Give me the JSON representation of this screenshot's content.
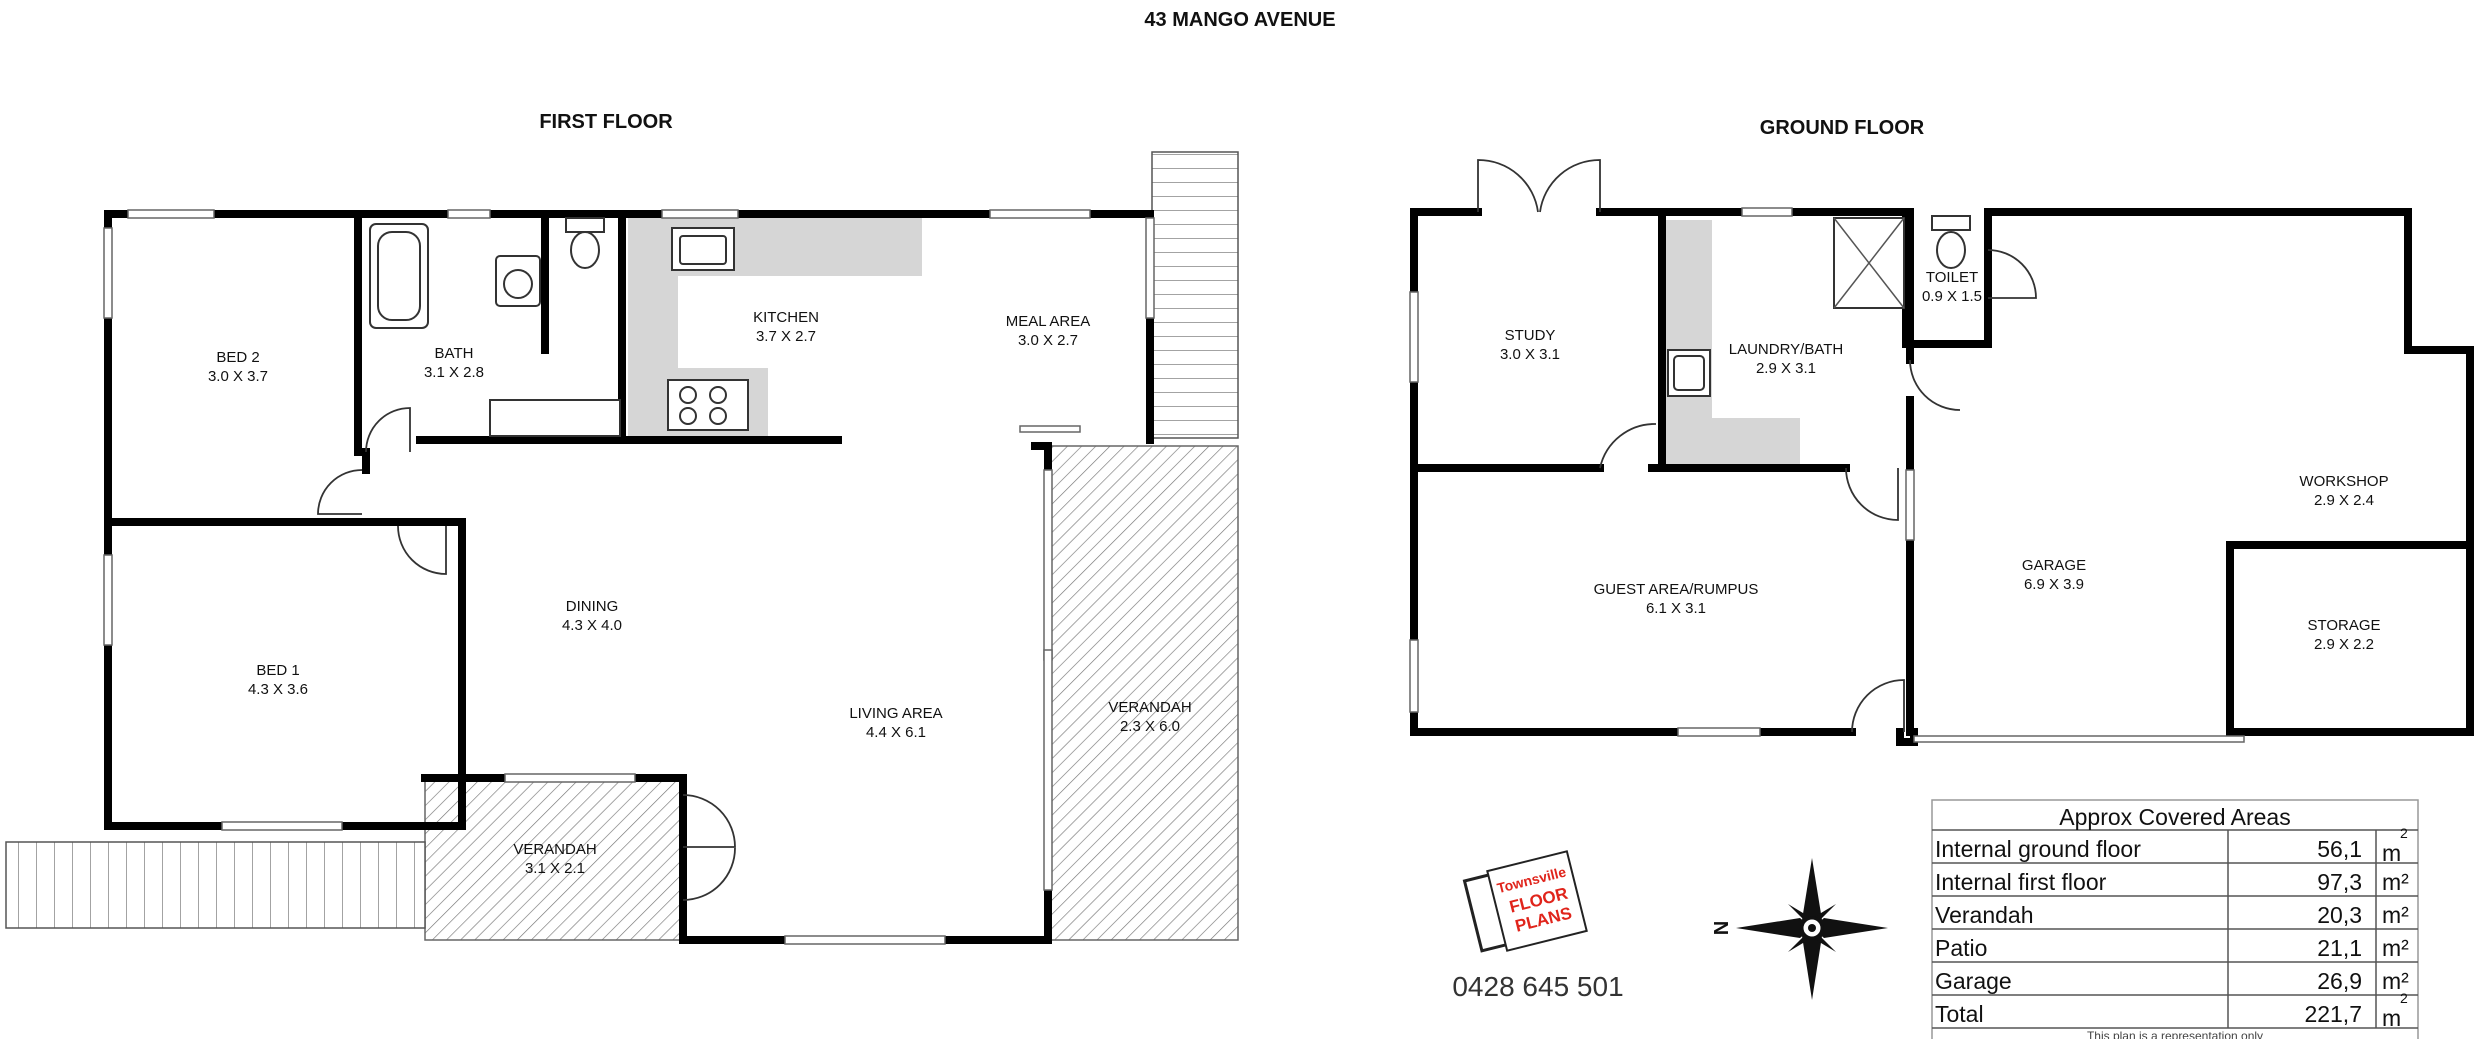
{
  "title": "43 MANGO AVENUE",
  "first_floor": {
    "heading": "FIRST FLOOR",
    "rooms": [
      {
        "name": "BED 2",
        "size": "3.0 X 3.7"
      },
      {
        "name": "BATH",
        "size": "3.1 X 2.8"
      },
      {
        "name": "KITCHEN",
        "size": "3.7 X 2.7"
      },
      {
        "name": "MEAL AREA",
        "size": "3.0 X 2.7"
      },
      {
        "name": "BED 1",
        "size": "4.3 X 3.6"
      },
      {
        "name": "DINING",
        "size": "4.3 X 4.0"
      },
      {
        "name": "LIVING AREA",
        "size": "4.4 X 6.1"
      },
      {
        "name": "VERANDAH",
        "size": "2.3 X 6.0"
      },
      {
        "name": "VERANDAH",
        "size": "3.1 X 2.1"
      }
    ]
  },
  "ground_floor": {
    "heading": "GROUND FLOOR",
    "rooms": [
      {
        "name": "STUDY",
        "size": "3.0 X 3.1"
      },
      {
        "name": "LAUNDRY/BATH",
        "size": "2.9 X 3.1"
      },
      {
        "name": "TOILET",
        "size": "0.9 X 1.5"
      },
      {
        "name": "WORKSHOP",
        "size": "2.9 X 2.4"
      },
      {
        "name": "GUEST AREA/RUMPUS",
        "size": "6.1 X 3.1"
      },
      {
        "name": "GARAGE",
        "size": "6.9 X 3.9"
      },
      {
        "name": "STORAGE",
        "size": "2.9 X 2.2"
      }
    ]
  },
  "areas": {
    "heading": "Approx Covered Areas",
    "rows": [
      {
        "label": "Internal ground floor",
        "value": "56,1",
        "unit": "m",
        "sup": "2"
      },
      {
        "label": "Internal first floor",
        "value": "97,3",
        "unit": "m²",
        "sup": ""
      },
      {
        "label": "Verandah",
        "value": "20,3",
        "unit": "m²",
        "sup": ""
      },
      {
        "label": "Patio",
        "value": "21,1",
        "unit": "m²",
        "sup": ""
      },
      {
        "label": "Garage",
        "value": "26,9",
        "unit": "m²",
        "sup": ""
      },
      {
        "label": "Total",
        "value": "221,7",
        "unit": "m",
        "sup": "2"
      }
    ],
    "disclaimer": "This plan is a representation only"
  },
  "logo": {
    "line1": "Townsville",
    "line2": "FLOOR",
    "line3": "PLANS",
    "accent": "#e0241b"
  },
  "phone": "0428 645 501",
  "compass": {
    "north_label": "N",
    "icon": "compass-rose-icon"
  }
}
